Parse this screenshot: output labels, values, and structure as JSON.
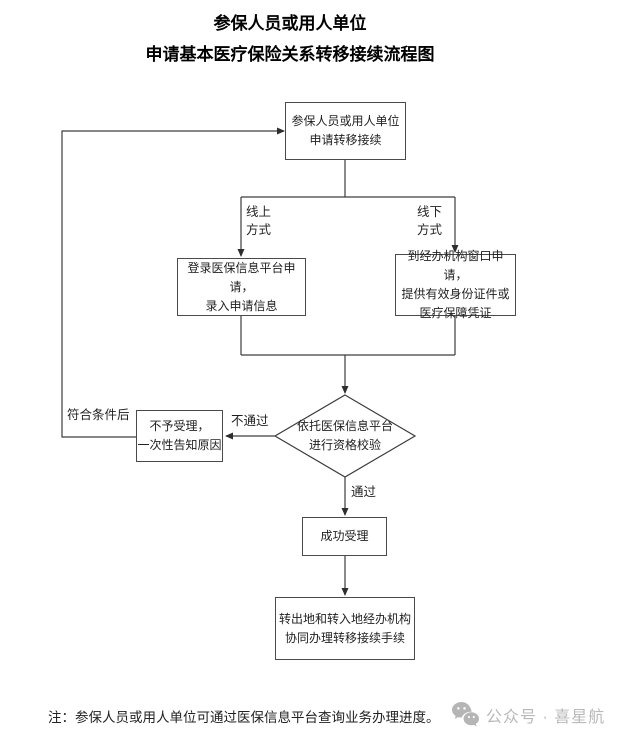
{
  "title": {
    "line1": "参保人员或用人单位",
    "line2": "申请基本医疗保险关系转移接续流程图"
  },
  "chart_data": {
    "type": "flowchart",
    "nodes": [
      {
        "id": "apply",
        "shape": "rect",
        "label": "参保人员或用人单位 申请转移接续"
      },
      {
        "id": "online",
        "shape": "rect",
        "label": "登录医保信息平台申请，录入申请信息"
      },
      {
        "id": "offline",
        "shape": "rect",
        "label": "到经办机构窗口申请，提供有效身份证件或医疗保障凭证"
      },
      {
        "id": "check",
        "shape": "diamond",
        "label": "依托医保信息平台进行资格校验"
      },
      {
        "id": "reject",
        "shape": "rect",
        "label": "不予受理，一次性告知原因"
      },
      {
        "id": "accept",
        "shape": "rect",
        "label": "成功受理"
      },
      {
        "id": "transfer",
        "shape": "rect",
        "label": "转出地和转入地经办机构协同办理转移接续手续"
      }
    ],
    "edges": [
      {
        "from": "apply",
        "to": "online",
        "label": "线上方式"
      },
      {
        "from": "apply",
        "to": "offline",
        "label": "线下方式"
      },
      {
        "from": "online",
        "to": "check",
        "label": ""
      },
      {
        "from": "offline",
        "to": "check",
        "label": ""
      },
      {
        "from": "check",
        "to": "reject",
        "label": "不通过"
      },
      {
        "from": "check",
        "to": "accept",
        "label": "通过"
      },
      {
        "from": "reject",
        "to": "apply",
        "label": "符合条件后"
      },
      {
        "from": "accept",
        "to": "transfer",
        "label": ""
      }
    ]
  },
  "nodes": {
    "apply": "参保人员或用人单位\n申请转移接续",
    "online": "登录医保信息平台申请，\n录入申请信息",
    "offline": "到经办机构窗口申请，\n提供有效身份证件或\n医疗保障凭证",
    "check": "依托医保信息平台\n进行资格校验",
    "reject": "不予受理，\n一次性告知原因",
    "accept": "成功受理",
    "transfer": "转出地和转入地经办机构\n协同办理转移接续手续"
  },
  "edge_labels": {
    "online_method": "线上\n方式",
    "offline_method": "线下\n方式",
    "qualified": "符合条件后",
    "fail": "不通过",
    "pass": "通过"
  },
  "note": "注：参保人员或用人单位可通过医保信息平台查询业务办理进度。",
  "watermark": {
    "icon": "wechat-icon",
    "text": "公众号 · 喜星航"
  },
  "colors": {
    "line": "#3d3d3d",
    "border": "#4a4a4a",
    "text": "#1a1a1a",
    "watermark": "#b9b9b9"
  }
}
